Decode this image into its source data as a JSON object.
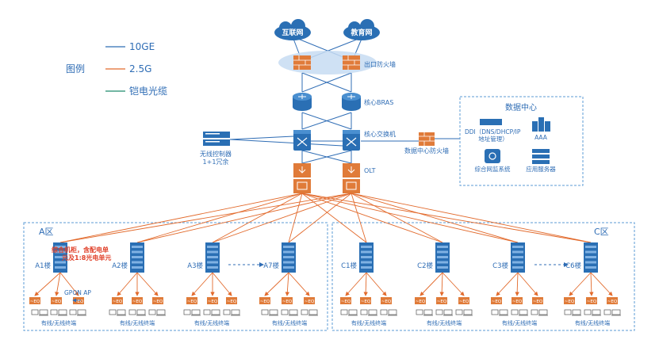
{
  "legend": {
    "title": "图例",
    "items": [
      {
        "label": "10GE",
        "color": "#2f6db5"
      },
      {
        "label": "2.5G",
        "color": "#e26a2c"
      },
      {
        "label": "铠电光缆",
        "color": "#1d8a6c"
      }
    ]
  },
  "top": {
    "internet": "互联网",
    "edu_net": "教育网",
    "egress_fw": "出口防火墙",
    "bras": "核心BRAS",
    "core_switch": "核心交换机",
    "olt": "OLT",
    "wireless_ctrl": "无线控制器",
    "wireless_ctrl_sub": "1+1冗余",
    "dc_fw": "数据中心防火墙"
  },
  "datacenter": {
    "title": "数据中心",
    "ddi": "DDI（DNS/DHCP/IP",
    "ddi_sub": "地址管理）",
    "aaa": "AAA",
    "monitor": "综合网监系统",
    "app_server": "应用服务器"
  },
  "zones": {
    "a_label": "A区",
    "c_label": "C区",
    "a_note_1": "综合机柜，含配电单",
    "a_note_2": "元及1:8光电单元",
    "gpon_ap": "GPON AP",
    "ap_text": "~EQ",
    "a_buildings": [
      "A1楼",
      "A2楼",
      "A3楼",
      "A7楼"
    ],
    "c_buildings": [
      "C1楼",
      "C2楼",
      "C3楼",
      "C6楼"
    ],
    "terminal_label": "有线/无线终端"
  },
  "colors": {
    "fiber_blue": "#2f6db5",
    "pon_orange": "#e26a2c",
    "device_blue": "#2a6fb4",
    "firewall_orange": "#e07b39",
    "zone_border": "#5b9bd5",
    "note_red": "#e0412a"
  }
}
